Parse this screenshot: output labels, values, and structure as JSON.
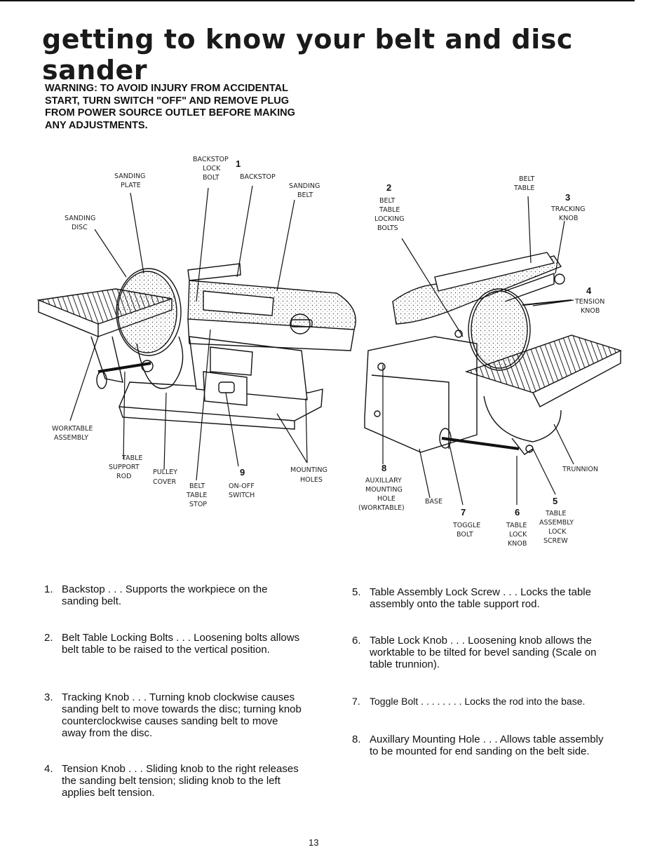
{
  "page": {
    "title": "getting to know your belt and disc sander",
    "warning": "WARNING: TO AVOID INJURY FROM ACCIDENTAL START, TURN SWITCH \"OFF\" AND REMOVE PLUG FROM POWER SOURCE OUTLET BEFORE MAKING ANY ADJUSTMENTS.",
    "page_number": "13"
  },
  "figure_left": {
    "labels": {
      "backstop_lock_bolt": [
        "BACKSTOP",
        "LOCK",
        "BOLT"
      ],
      "num1": "1",
      "backstop": "BACKSTOP",
      "sanding_plate": [
        "SANDING",
        "PLATE"
      ],
      "sanding_belt": [
        "SANDING",
        "BELT"
      ],
      "sanding_disc": [
        "SANDING",
        "DISC"
      ],
      "worktable_assembly": [
        "WORKTABLE",
        "ASSEMBLY"
      ],
      "table_support_rod": [
        "TABLE",
        "SUPPORT",
        "ROD"
      ],
      "pulley_cover": [
        "PULLEY",
        "COVER"
      ],
      "belt_table_stop": [
        "BELT",
        "TABLE",
        "STOP"
      ],
      "num9": "9",
      "on_off_switch": [
        "ON-OFF",
        "SWITCH"
      ],
      "mounting_holes": [
        "MOUNTING",
        "HOLES"
      ]
    }
  },
  "figure_right": {
    "labels": {
      "num2": "2",
      "belt_table_locking_bolts": [
        "BELT",
        "TABLE",
        "LOCKING",
        "BOLTS"
      ],
      "belt_table": [
        "BELT",
        "TABLE"
      ],
      "num3": "3",
      "tracking_knob": [
        "TRACKING",
        "KNOB"
      ],
      "num4": "4",
      "tension_knob": [
        "TENSION",
        "KNOB"
      ],
      "num8": "8",
      "auxillary_mounting_hole": [
        "AUXILLARY",
        "MOUNTING",
        "HOLE",
        "(WORKTABLE)"
      ],
      "base": "BASE",
      "num7": "7",
      "toggle_bolt": [
        "TOGGLE",
        "BOLT"
      ],
      "num6": "6",
      "table_lock_knob": [
        "TABLE",
        "LOCK",
        "KNOB"
      ],
      "num5": "5",
      "table_assembly_lock_screw": [
        "TABLE",
        "ASSEMBLY",
        "LOCK",
        "SCREW"
      ],
      "trunnion": "TRUNNION"
    }
  },
  "parts_list": [
    {
      "num": "1.",
      "text": "Backstop . . . Supports the workpiece on the sanding belt."
    },
    {
      "num": "2.",
      "text": "Belt Table Locking Bolts . . . Loosening bolts allows belt table to be raised to the vertical position."
    },
    {
      "num": "3.",
      "text": "Tracking Knob . . . Turning knob clockwise causes sanding belt to move towards the disc; turning knob counterclockwise causes sanding belt to move away from the disc."
    },
    {
      "num": "4.",
      "text": "Tension Knob . . . Sliding knob to the right releases the sanding belt tension; sliding knob to the left applies belt tension."
    },
    {
      "num": "5.",
      "text": "Table Assembly Lock Screw . . . Locks the table assembly onto the table support rod."
    },
    {
      "num": "6.",
      "text": "Table Lock Knob . . . Loosening knob allows the worktable to be tilted for bevel sanding (Scale on table trunnion)."
    },
    {
      "num": "7.",
      "text": "Toggle Bolt . . . . . . . . Locks the rod into the base."
    },
    {
      "num": "8.",
      "text": "Auxillary Mounting Hole . . . Allows table assembly to be mounted for end sanding on the belt side."
    }
  ]
}
